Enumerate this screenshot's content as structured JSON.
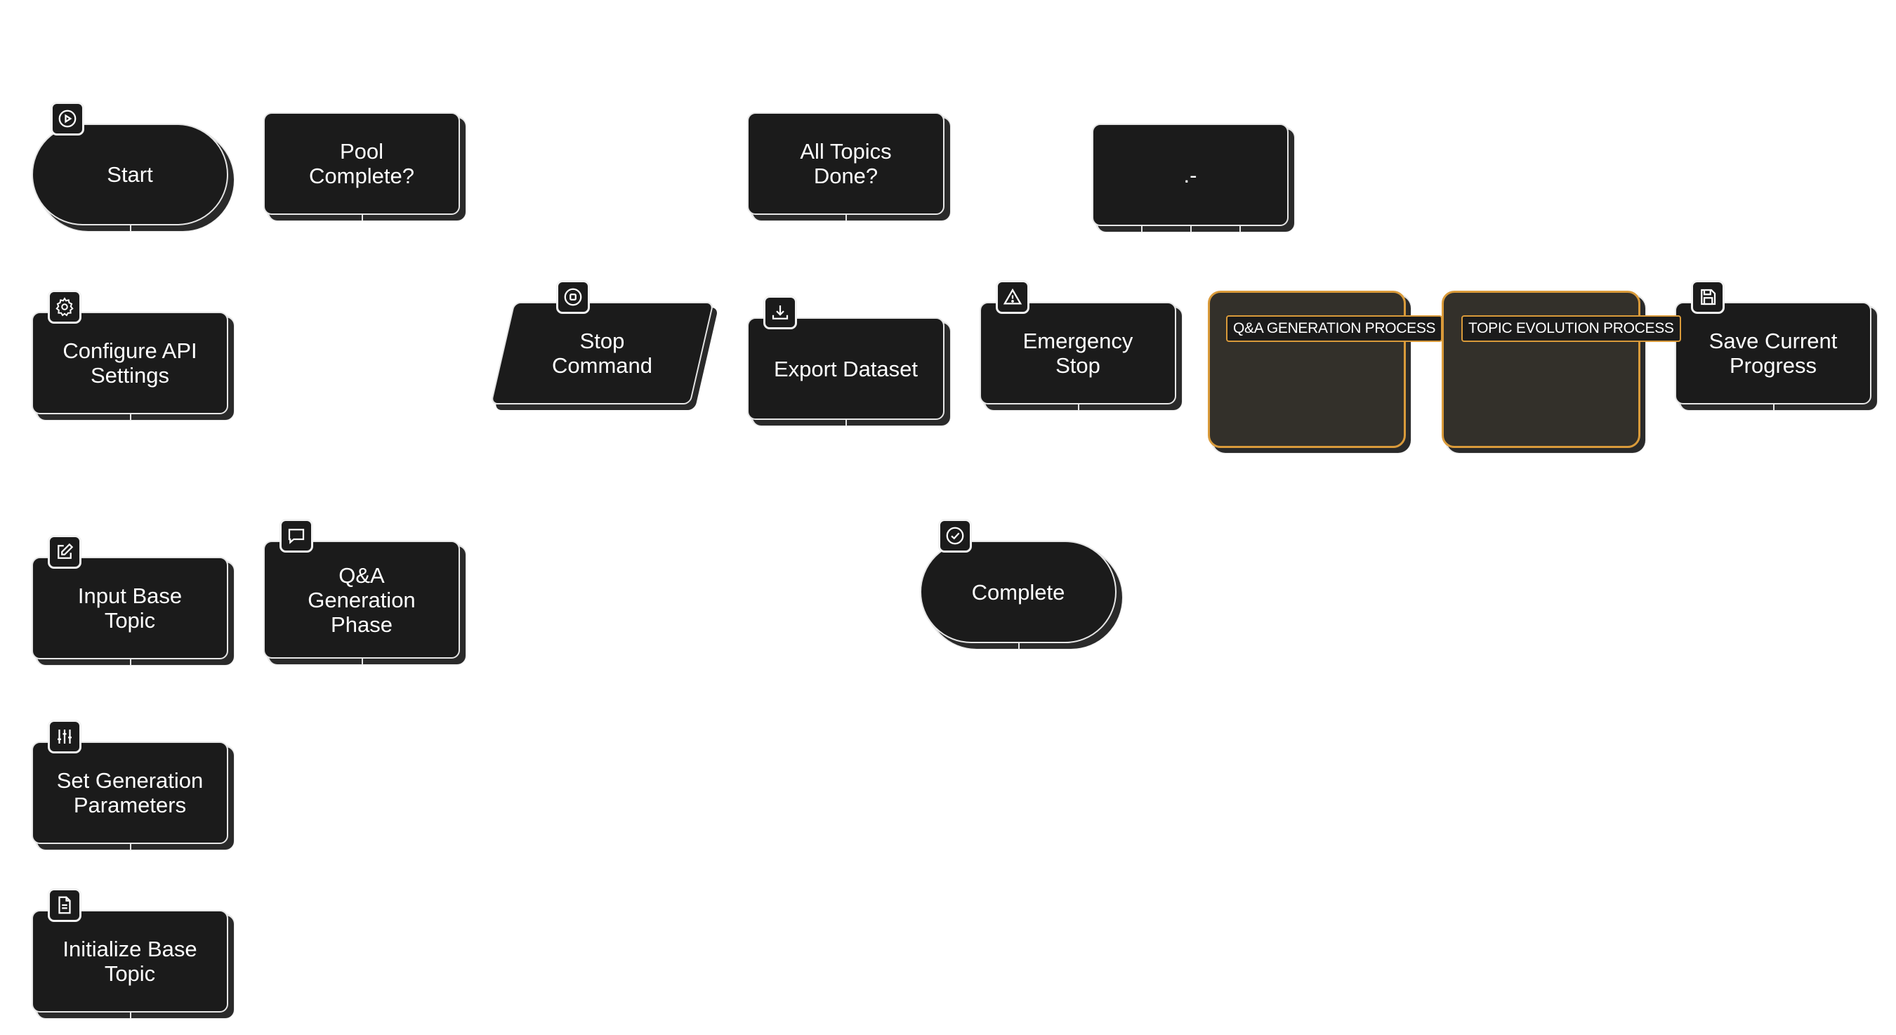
{
  "diagram": {
    "nodes": {
      "start": "Start",
      "pool_complete": "Pool\nComplete?",
      "all_topics_done": "All Topics\nDone?",
      "dash": ".-",
      "configure_api": "Configure API\nSettings",
      "stop_command": "Stop\nCommand",
      "export_dataset": "Export Dataset",
      "emergency_stop": "Emergency\nStop",
      "save_progress": "Save Current\nProgress",
      "input_base_topic": "Input Base\nTopic",
      "qa_generation_phase": "Q&A\nGeneration\nPhase",
      "complete": "Complete",
      "set_generation_parameters": "Set Generation\nParameters",
      "initialize_base_topic": "Initialize Base\nTopic"
    },
    "groups": {
      "qa_generation_process": "Q&A GENERATION PROCESS",
      "topic_evolution_process": "TOPIC EVOLUTION PROCESS"
    },
    "icons": {
      "start": "play-icon",
      "configure_api": "gear-icon",
      "stop_command": "stop-icon",
      "export_dataset": "download-icon",
      "emergency_stop": "warning-icon",
      "save_progress": "save-icon",
      "input_base_topic": "edit-icon",
      "qa_generation_phase": "message-icon",
      "complete": "check-circle-icon",
      "set_generation_parameters": "sliders-icon",
      "initialize_base_topic": "document-icon"
    },
    "colors": {
      "node_fill": "#1b1b1b",
      "node_border": "#e6e6e6",
      "group_fill": "#33302a",
      "group_border": "#d99a3a",
      "background": "#ffffff"
    }
  }
}
